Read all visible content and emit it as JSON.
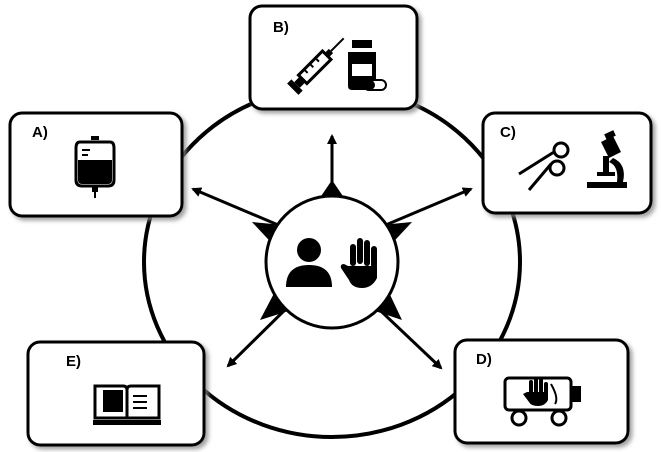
{
  "diagram": {
    "center": {
      "icons": [
        "person-icon",
        "hand-icon"
      ]
    },
    "boxes": [
      {
        "id": "A",
        "label": "A)",
        "icon": "blood-bag-icon"
      },
      {
        "id": "B",
        "label": "B)",
        "icon": "syringe-and-pill-bottle-icon"
      },
      {
        "id": "C",
        "label": "C)",
        "icon": "scissors-and-microscope-icon"
      },
      {
        "id": "D",
        "label": "D)",
        "icon": "hand-in-portable-box-icon"
      },
      {
        "id": "E",
        "label": "E)",
        "icon": "open-book-icon"
      }
    ],
    "colors": {
      "line": "#000000",
      "box_fill": "#ffffff",
      "shadow": "#9a9a9a"
    }
  }
}
